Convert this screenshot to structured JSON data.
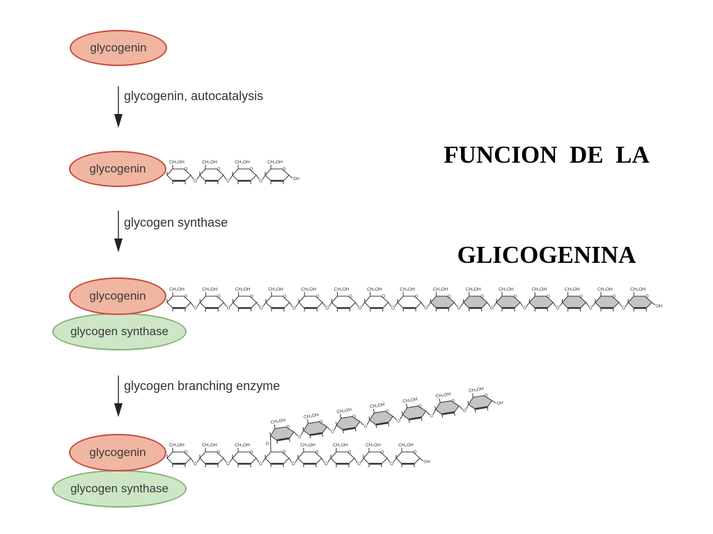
{
  "title": {
    "line1": "FUNCION  DE  LA",
    "line2": "GLICOGENINA"
  },
  "stages": [
    {
      "glycogenin_label": "glycogenin"
    },
    {
      "glycogenin_label": "glycogenin",
      "chain": {
        "plain_residues": 4,
        "shaded_residues": 0
      }
    },
    {
      "glycogenin_label": "glycogenin",
      "synthase_label": "glycogen synthase",
      "chain": {
        "plain_residues": 8,
        "shaded_residues": 7
      }
    },
    {
      "glycogenin_label": "glycogenin",
      "synthase_label": "glycogen synthase",
      "chain": {
        "plain_residues": 8,
        "shaded_residues": 0
      },
      "branch": {
        "plain_residues": 0,
        "shaded_residues": 7,
        "attached_to_residue": 4
      }
    }
  ],
  "transitions": [
    {
      "enzyme_label": "glycogenin, autocatalysis"
    },
    {
      "enzyme_label": "glycogen synthase"
    },
    {
      "enzyme_label": "glycogen branching enzyme"
    }
  ],
  "residue_labels": {
    "ch2oh": "CH₂OH",
    "ring_oxygen": "O",
    "terminal": "OH"
  },
  "colors": {
    "glycogenin_fill": "#f1b6a2",
    "glycogenin_border": "#c9483e",
    "synthase_fill": "#cde7c6",
    "synthase_border": "#86b07a",
    "residue_fill": "#ffffff",
    "new_residue_fill": "#c4c4c4",
    "bond": "#333333"
  }
}
